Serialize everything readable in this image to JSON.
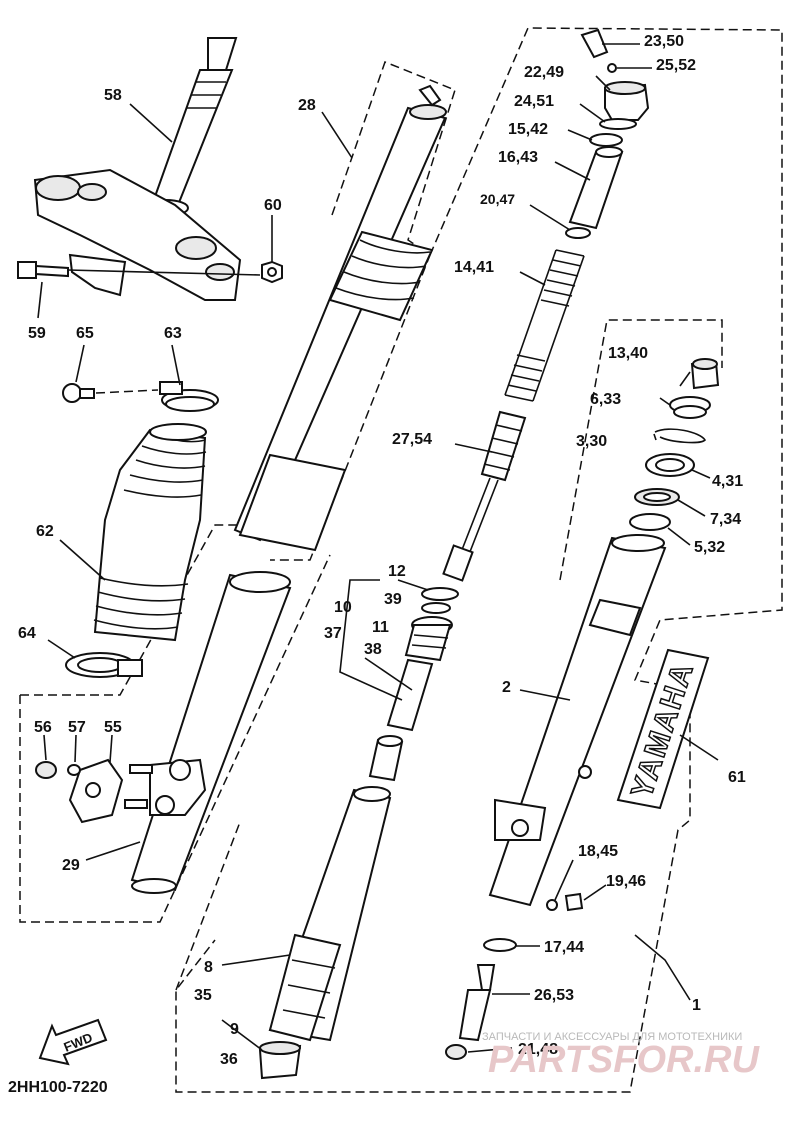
{
  "diagram_code": "2HH100-7220",
  "fwd_label": "FWD",
  "brand_label": "YAMAHA",
  "watermark": {
    "caption": "ЗАПЧАСТИ И АКСЕССУАРЫ ДЛЯ МОТОТЕХНИКИ",
    "site": "PARTSFOR.RU"
  },
  "callouts": {
    "c1": "1",
    "c2": "2",
    "c8": "8",
    "c35": "35",
    "c9": "9",
    "c36": "36",
    "c10": "10",
    "c37": "37",
    "c11": "11",
    "c38": "38",
    "c12": "12",
    "c39": "39",
    "c13_40": "13,40",
    "c6_33": "6,33",
    "c3_30": "3,30",
    "c4_31": "4,31",
    "c7_34": "7,34",
    "c5_32": "5,32",
    "c14_41": "14,41",
    "c16_43": "16,43",
    "c15_42": "15,42",
    "c24_51": "24,51",
    "c22_49": "22,49",
    "c23_50": "23,50",
    "c25_52": "25,52",
    "c20_47": "20,47",
    "c27_54": "27,54",
    "c17_44": "17,44",
    "c26_53": "26,53",
    "c21_48": "21,48",
    "c18_45": "18,45",
    "c19_46": "19,46",
    "c28": "28",
    "c29": "29",
    "c55": "55",
    "c56": "56",
    "c57": "57",
    "c58": "58",
    "c59": "59",
    "c60": "60",
    "c61": "61",
    "c62": "62",
    "c63": "63",
    "c64": "64",
    "c65": "65"
  }
}
